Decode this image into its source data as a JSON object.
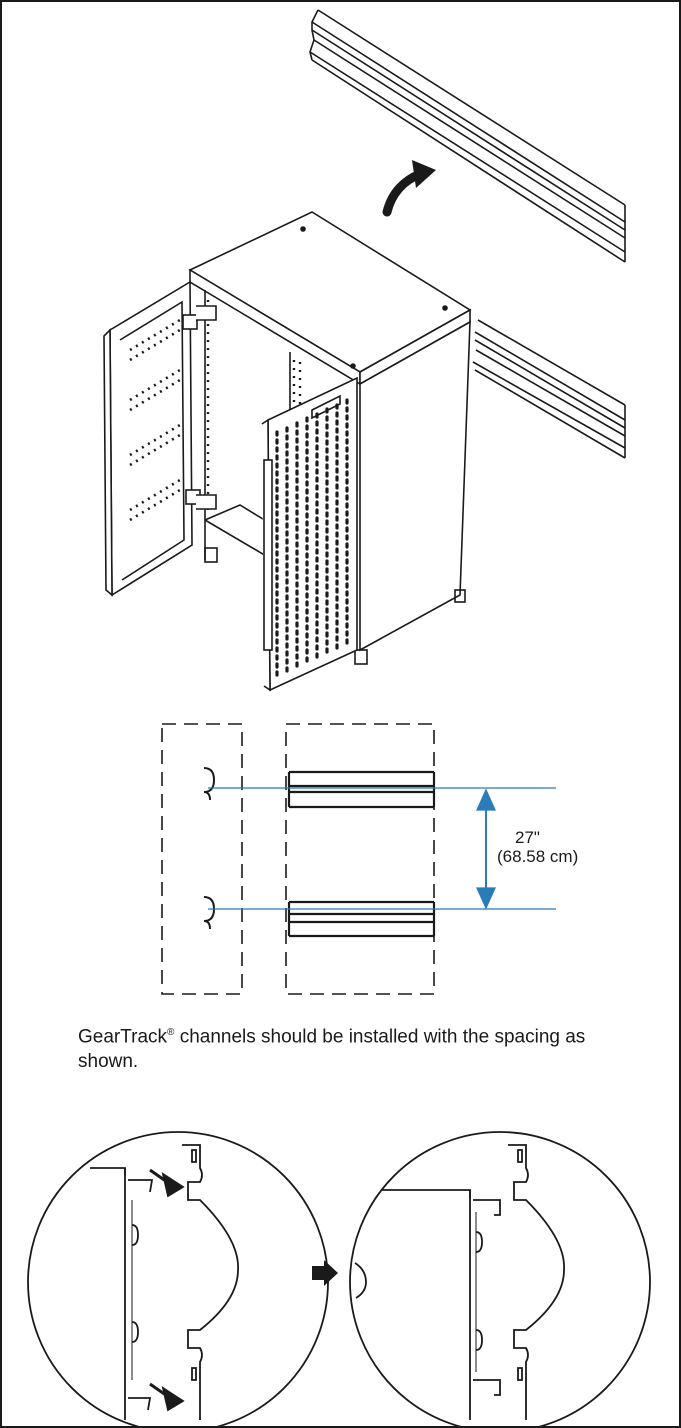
{
  "dimension": {
    "inches": "27\"",
    "centimeters": "(68.58 cm)"
  },
  "caption": {
    "brand": "GearTrack",
    "mark": "®",
    "text": " channels should be installed with the spacing as shown."
  },
  "colors": {
    "line": "#1a1a1a",
    "dimension_line": "#2b7bb9",
    "arrow": "#1a1a1a"
  },
  "icons": [
    "curved-arrow-icon",
    "right-arrow-icon",
    "double-arrow-icon"
  ]
}
